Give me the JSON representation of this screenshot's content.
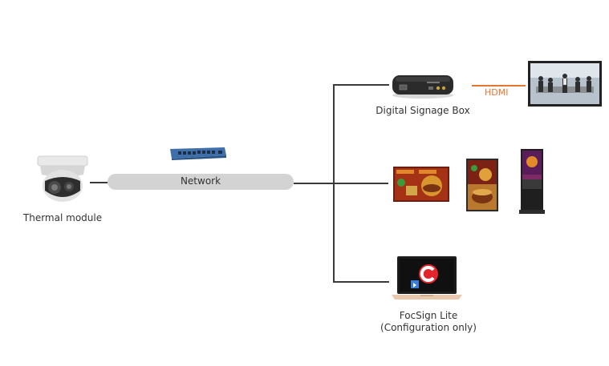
{
  "nodes": {
    "thermal_module": "Thermal module",
    "network": "Network",
    "digital_signage_box": "Digital Signage Box",
    "hdmi": "HDMI",
    "focsign_lite_line1": "FocSign Lite",
    "focsign_lite_line2": "(Configuration only)"
  },
  "colors": {
    "connector": "#3a3a3a",
    "hdmi": "#e5762f",
    "network_pill": "#d3d3d3"
  },
  "icons": [
    "thermal-camera-icon",
    "network-switch-icon",
    "signage-box-icon",
    "tv-display-icon",
    "menu-screen-icon",
    "portrait-screen-icon",
    "kiosk-icon",
    "laptop-icon"
  ]
}
